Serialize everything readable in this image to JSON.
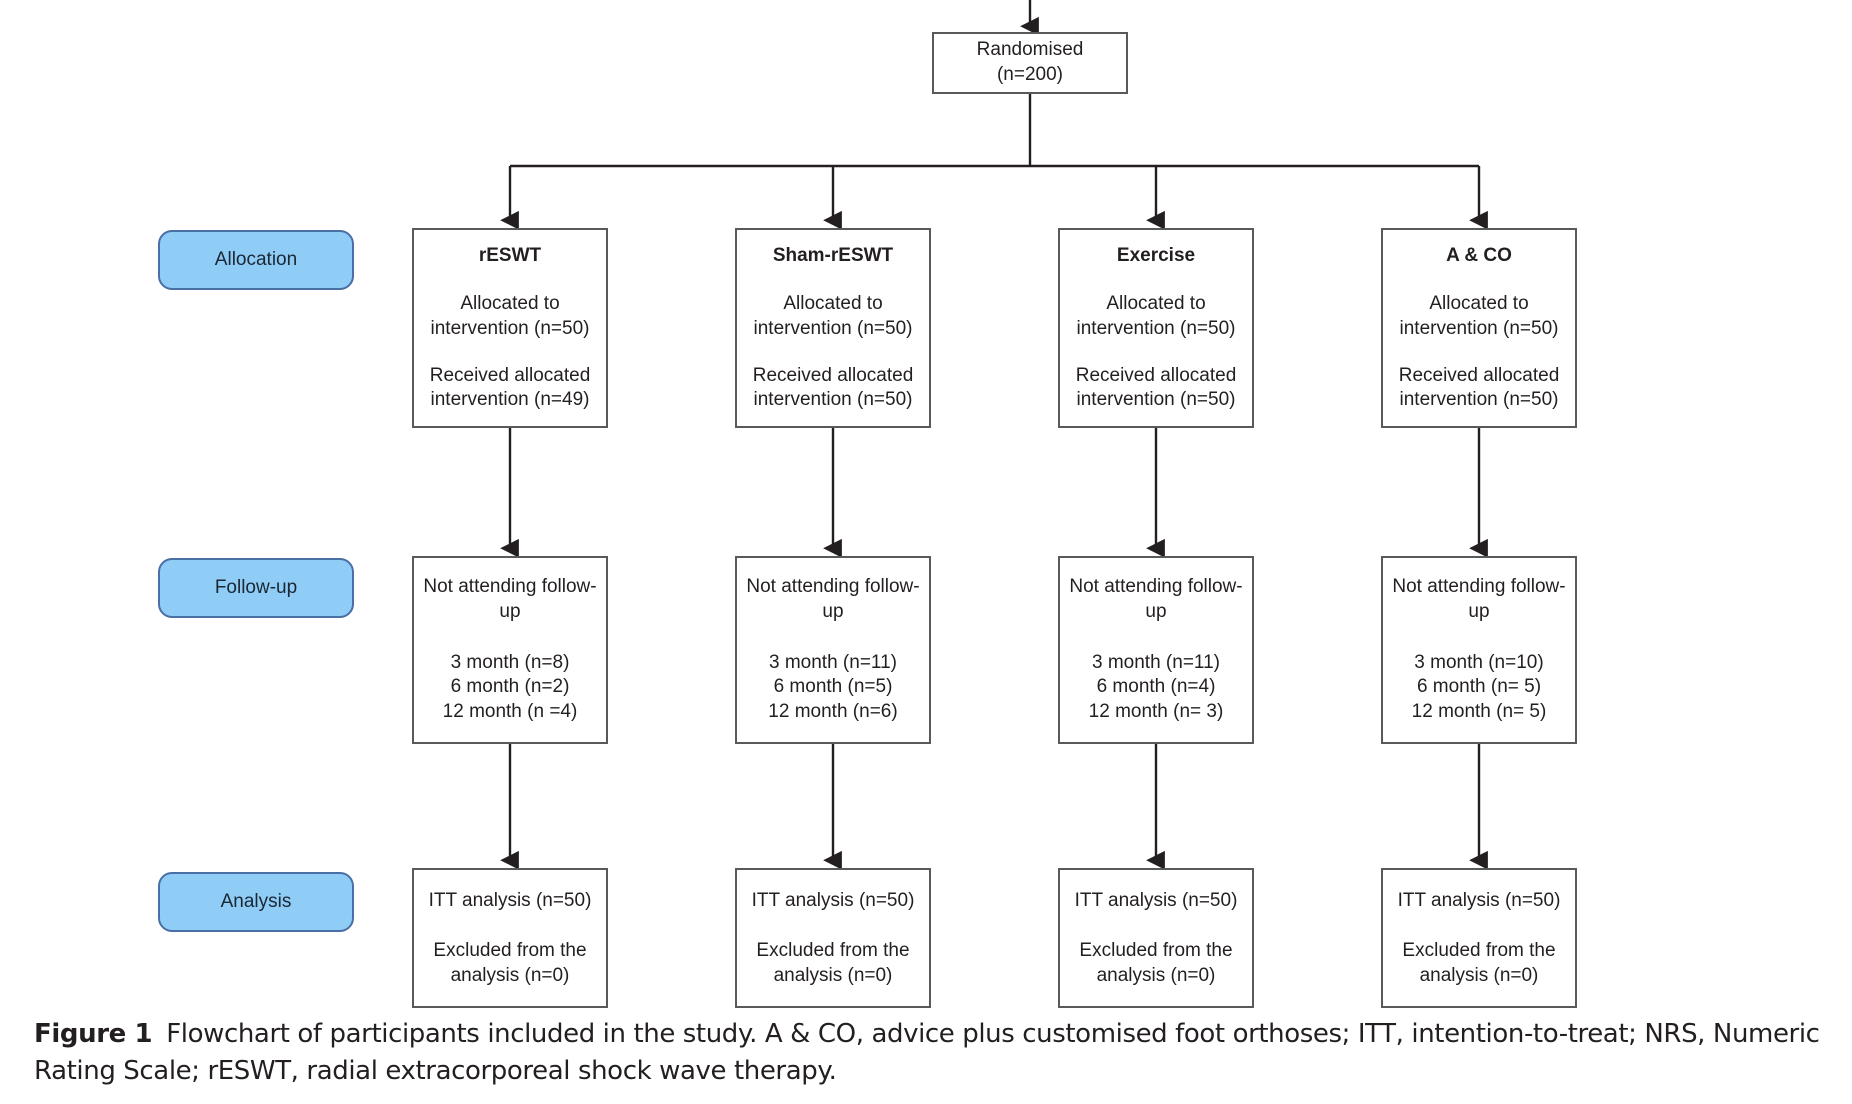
{
  "figure": {
    "caption_label": "Figure 1",
    "caption_text": "Flowchart of participants included in the study. A & CO, advice plus customised foot orthoses; ITT, intention-to-treat; NRS, Numeric Rating Scale; rESWT, radial extracorporeal shock wave therapy."
  },
  "colors": {
    "stage_pill_fill": "#8fcdf7",
    "stage_pill_border": "#4a6fa5",
    "box_border": "#58595b",
    "text": "#231f20",
    "connector": "#231f20"
  },
  "root": {
    "line1": "Randomised",
    "line2": "(n=200)"
  },
  "stages": [
    {
      "id": "allocation",
      "label": "Allocation"
    },
    {
      "id": "followup",
      "label": "Follow-up"
    },
    {
      "id": "analysis",
      "label": "Analysis"
    }
  ],
  "arms": [
    {
      "id": "reswt",
      "name": "rESWT",
      "allocation": {
        "allocated_line1": "Allocated to",
        "allocated_line2": "intervention (n=50)",
        "received_line1": "Received allocated",
        "received_line2": "intervention (n=49)"
      },
      "followup": {
        "title_line1": "Not attending follow-",
        "title_line2": "up",
        "month_3": "3 month (n=8)",
        "month_6": "6 month (n=2)",
        "month_12": "12 month (n =4)"
      },
      "analysis": {
        "itt": "ITT analysis (n=50)",
        "excluded_line1": "Excluded from the",
        "excluded_line2": "analysis (n=0)"
      }
    },
    {
      "id": "sham-reswt",
      "name": "Sham-rESWT",
      "allocation": {
        "allocated_line1": "Allocated to",
        "allocated_line2": "intervention (n=50)",
        "received_line1": "Received allocated",
        "received_line2": "intervention (n=50)"
      },
      "followup": {
        "title_line1": "Not attending follow-",
        "title_line2": "up",
        "month_3": "3 month (n=11)",
        "month_6": "6 month (n=5)",
        "month_12": "12 month (n=6)"
      },
      "analysis": {
        "itt": "ITT analysis (n=50)",
        "excluded_line1": "Excluded from the",
        "excluded_line2": "analysis (n=0)"
      }
    },
    {
      "id": "exercise",
      "name": "Exercise",
      "allocation": {
        "allocated_line1": "Allocated to",
        "allocated_line2": "intervention (n=50)",
        "received_line1": "Received allocated",
        "received_line2": "intervention (n=50)"
      },
      "followup": {
        "title_line1": "Not attending follow-",
        "title_line2": "up",
        "month_3": "3 month (n=11)",
        "month_6": "6 month (n=4)",
        "month_12": "12 month (n= 3)"
      },
      "analysis": {
        "itt": "ITT analysis (n=50)",
        "excluded_line1": "Excluded from the",
        "excluded_line2": "analysis (n=0)"
      }
    },
    {
      "id": "a-and-co",
      "name": "A & CO",
      "allocation": {
        "allocated_line1": "Allocated to",
        "allocated_line2": "intervention (n=50)",
        "received_line1": "Received allocated",
        "received_line2": "intervention (n=50)"
      },
      "followup": {
        "title_line1": "Not attending follow-",
        "title_line2": "up",
        "month_3": "3 month (n=10)",
        "month_6": "6 month (n= 5)",
        "month_12": "12 month (n= 5)"
      },
      "analysis": {
        "itt": "ITT analysis (n=50)",
        "excluded_line1": "Excluded from the",
        "excluded_line2": "analysis (n=0)"
      }
    }
  ]
}
